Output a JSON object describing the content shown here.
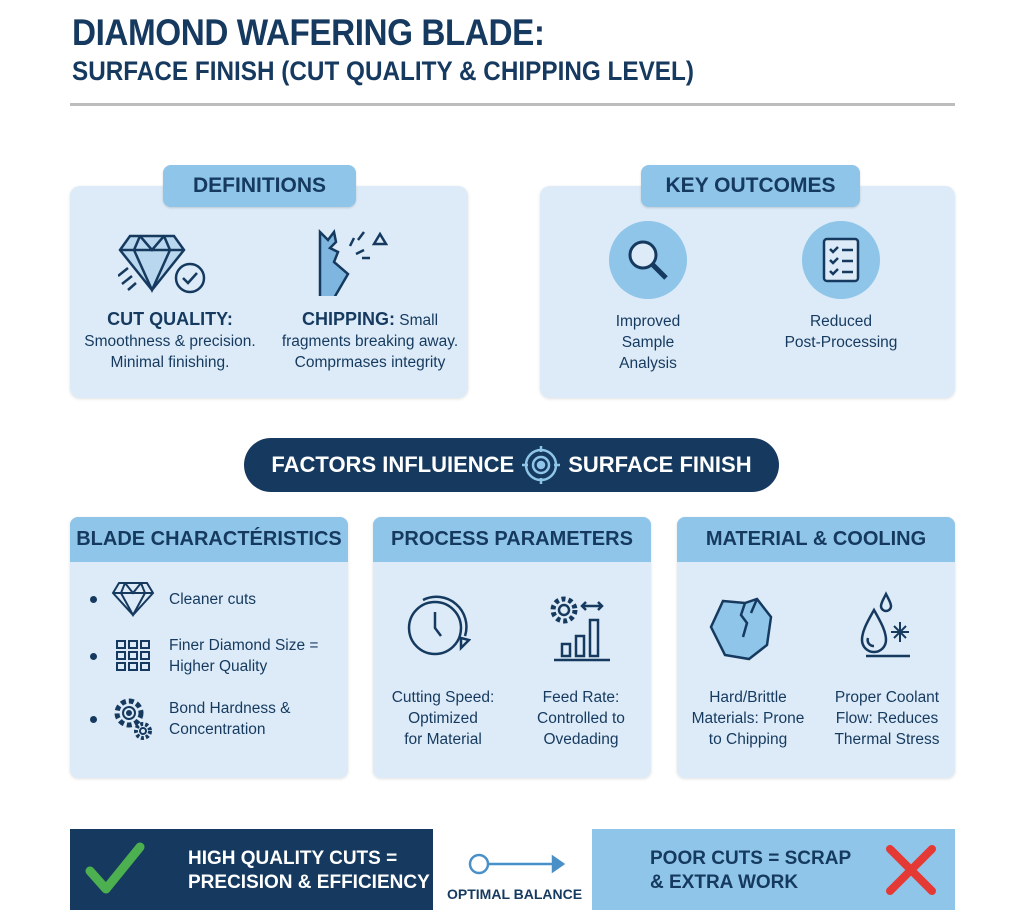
{
  "title": {
    "line1": "DIAMOND WAFERING BLADE:",
    "line2": "SURFACE FINISH (CUT QUALITY & CHIPPING LEVEL)"
  },
  "definitions": {
    "heading": "DEFINITIONS",
    "cut_quality": {
      "term": "CUT QUALITY:",
      "line1": "Smoothness & precision.",
      "line2": "Minimal finishing."
    },
    "chipping": {
      "term": "CHIPPING:",
      "lead": " Small",
      "line1": "fragments breaking away.",
      "line2": "Comprmases integrity"
    }
  },
  "key_outcomes": {
    "heading": "KEY OUTCOMES",
    "items": [
      {
        "l1": "Improved",
        "l2": "Sample",
        "l3": "Analysis"
      },
      {
        "l1": "Reduced",
        "l2": "Post-Processing"
      }
    ]
  },
  "banner": {
    "left": "FACTORS INFLUIENCE",
    "right": "SURFACE FINISH"
  },
  "blade": {
    "heading": "BLADE CHARACTÉRISTICS",
    "items": [
      {
        "l1": "Cleaner cuts"
      },
      {
        "l1": "Finer Diamond Size =",
        "l2": "Higher Quality"
      },
      {
        "l1": "Bond Hardness &",
        "l2": "Concentration"
      }
    ]
  },
  "process": {
    "heading": "PROCESS PARAMETERS",
    "items": [
      {
        "l1": "Cutting Speed:",
        "l2": "Optimized",
        "l3": "for Material"
      },
      {
        "l1": "Feed Rate:",
        "l2": "Controlled to",
        "l3": "Ovedading"
      }
    ]
  },
  "material": {
    "heading": "MATERIAL & COOLING",
    "items": [
      {
        "l1": "Hard/Brittle",
        "l2": "Materials: Prone",
        "l3": "to Chipping"
      },
      {
        "l1": "Proper Coolant",
        "l2": "Flow: Reduces",
        "l3": "Thermal Stress"
      }
    ]
  },
  "bottom": {
    "good": {
      "l1": "HIGH QUALITY CUTS =",
      "l2": "PRECISION & EFFICIENCY"
    },
    "balance": "OPTIMAL BALANCE",
    "bad": {
      "l1": "POOR CUTS = SCRAP",
      "l2": "& EXTRA WORK"
    }
  },
  "colors": {
    "navy": "#163a5f",
    "light": "#dcebf7",
    "accent": "#8ec5e8",
    "green": "#4caf50",
    "red": "#e53935"
  }
}
